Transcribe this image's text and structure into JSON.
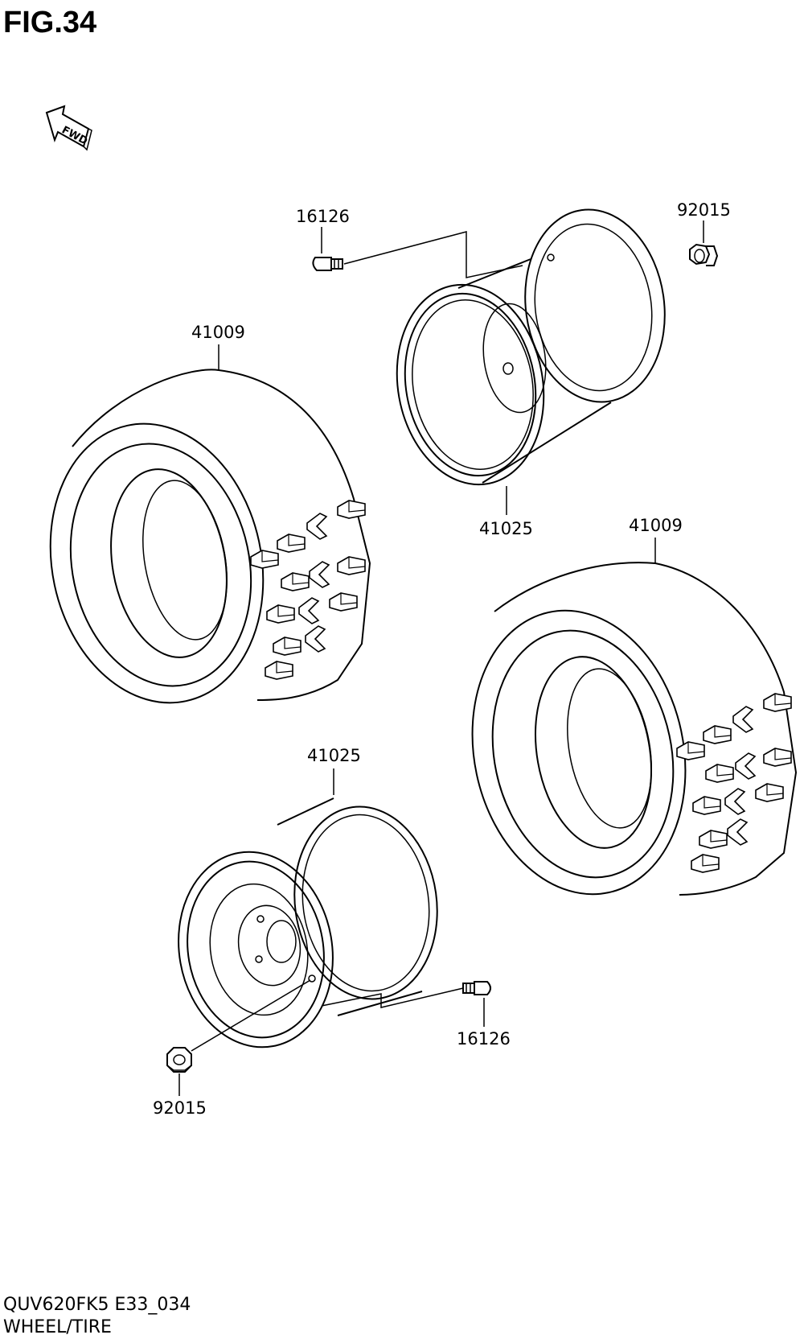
{
  "figure": {
    "title": "FIG.34",
    "direction_label": "FWD"
  },
  "parts": {
    "valve_top": "16126",
    "nut_top": "92015",
    "tire_left": "41009",
    "wheel_top": "41025",
    "tire_right": "41009",
    "wheel_bottom": "41025",
    "valve_bottom": "16126",
    "nut_bottom": "92015"
  },
  "footer": {
    "model_code": "QUV620FK5 E33_034",
    "section_name": "WHEEL/TIRE"
  }
}
